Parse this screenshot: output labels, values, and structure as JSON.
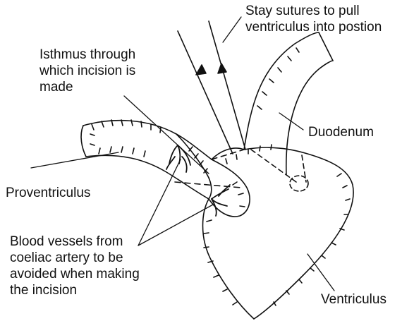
{
  "diagram": {
    "labels": {
      "stay_sutures": "Stay sutures to pull\nventriculus into postion",
      "isthmus": "Isthmus through\nwhich incision is\nmade",
      "duodenum": "Duodenum",
      "proventriculus": "Proventriculus",
      "blood_vessels": "Blood vessels from\ncoeliac artery to be\navoided when making\nthe incision",
      "ventriculus": "Ventriculus"
    },
    "colors": {
      "ink": "#111111",
      "background": "#ffffff"
    }
  }
}
